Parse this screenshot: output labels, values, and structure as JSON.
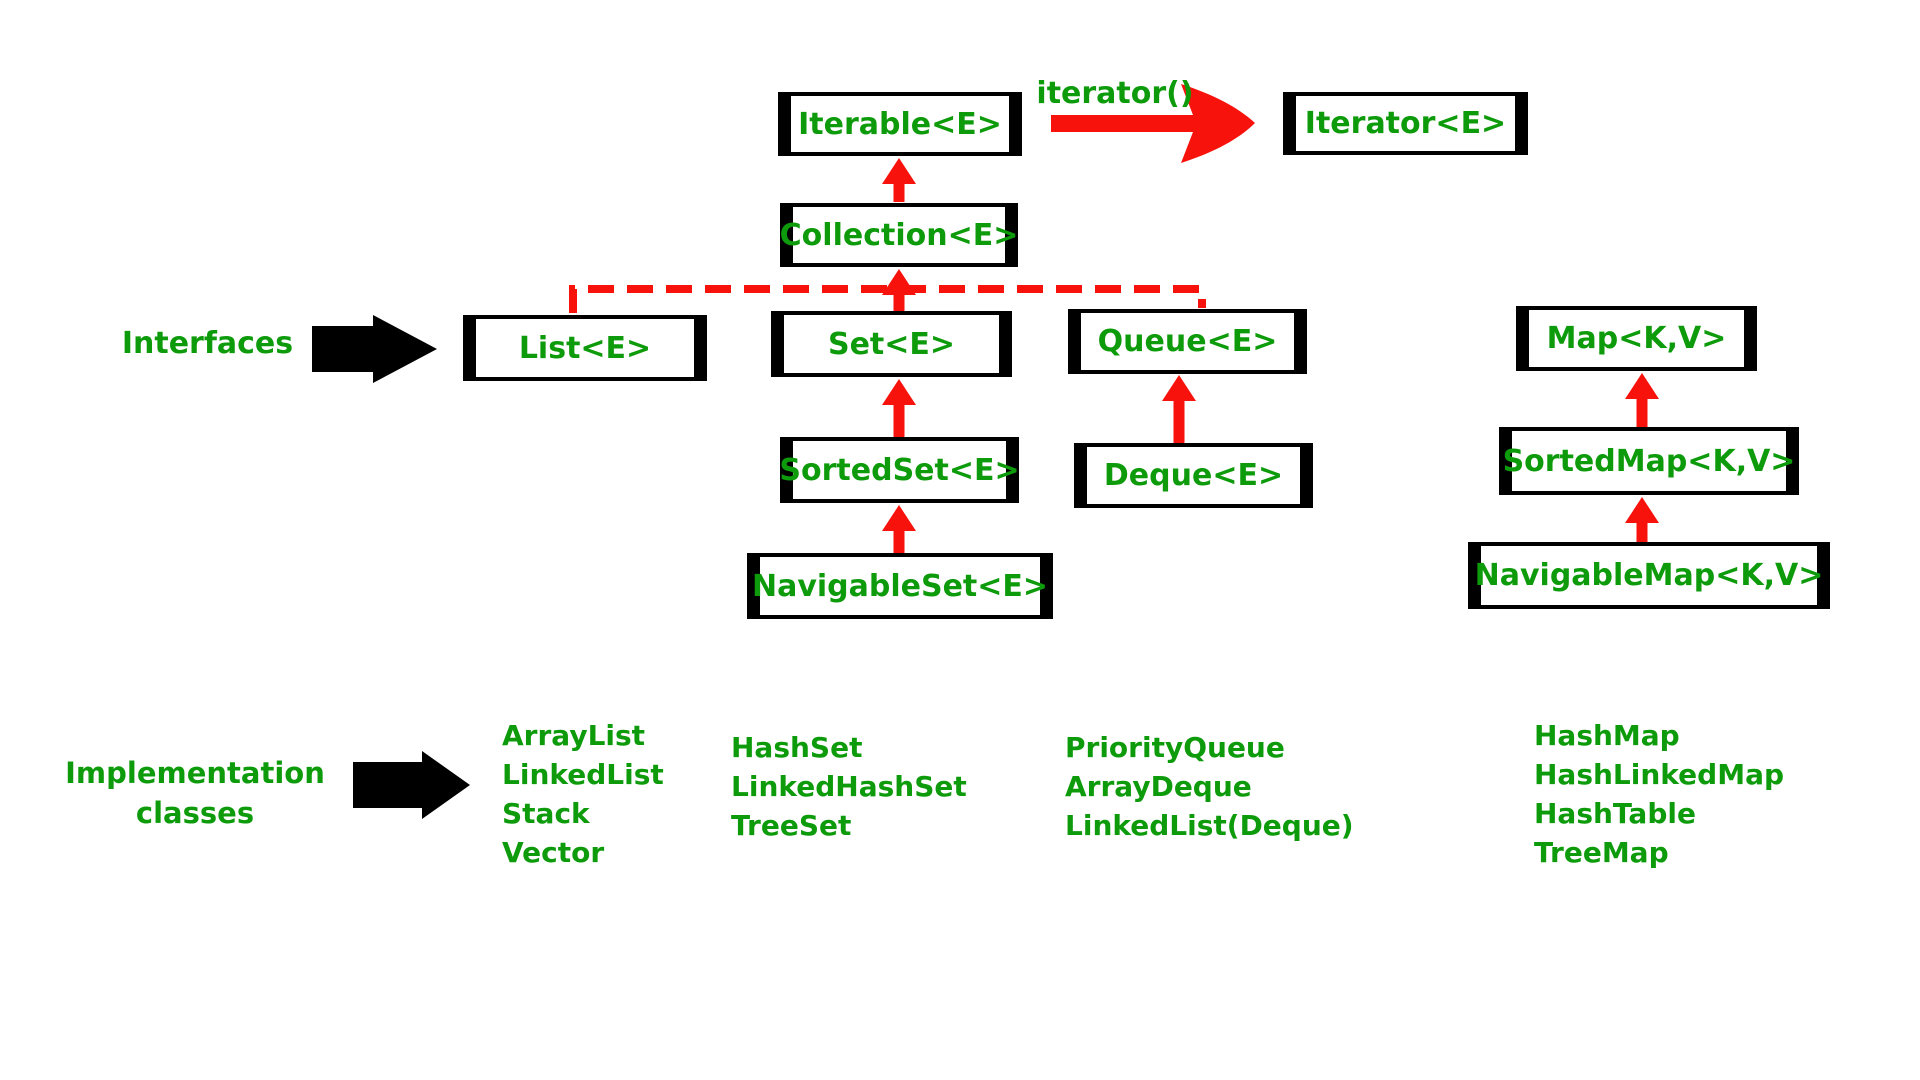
{
  "title": "Java Collections Framework hierarchy diagram",
  "colors": {
    "green": "#0d9b0b",
    "red": "#f8120c",
    "black": "#000000",
    "background": "#ffffff"
  },
  "labels": {
    "interfaces": "Interfaces",
    "implementation_line1": "Implementation",
    "implementation_line2": "classes",
    "iterator_method": "iterator()"
  },
  "interfaces": {
    "iterable": "Iterable<E>",
    "iterator": "Iterator<E>",
    "collection": "Collection<E>",
    "list": "List<E>",
    "set": "Set<E>",
    "queue": "Queue<E>",
    "map": "Map<K,V>",
    "sortedset": "SortedSet<E>",
    "deque": "Deque<E>",
    "sortedmap": "SortedMap<K,V>",
    "navigableset": "NavigableSet<E>",
    "navigablemap": "NavigableMap<K,V>"
  },
  "implementations": {
    "list": [
      "ArrayList",
      "LinkedList",
      "Stack",
      "Vector"
    ],
    "set": [
      "HashSet",
      "LinkedHashSet",
      "TreeSet"
    ],
    "queue": [
      "PriorityQueue",
      "ArrayDeque",
      "LinkedList(Deque)"
    ],
    "map": [
      "HashMap",
      "HashLinkedMap",
      "HashTable",
      "TreeMap"
    ]
  },
  "relations": {
    "extends_arrows": [
      "Collection extends Iterable",
      "Set extends Collection",
      "List extends Collection (dashed)",
      "Queue extends Collection (dashed)",
      "SortedSet extends Set",
      "NavigableSet extends SortedSet",
      "Deque extends Queue",
      "SortedMap extends Map",
      "NavigableMap extends SortedMap"
    ],
    "method_arrow": "Iterable returns Iterator via iterator()"
  }
}
